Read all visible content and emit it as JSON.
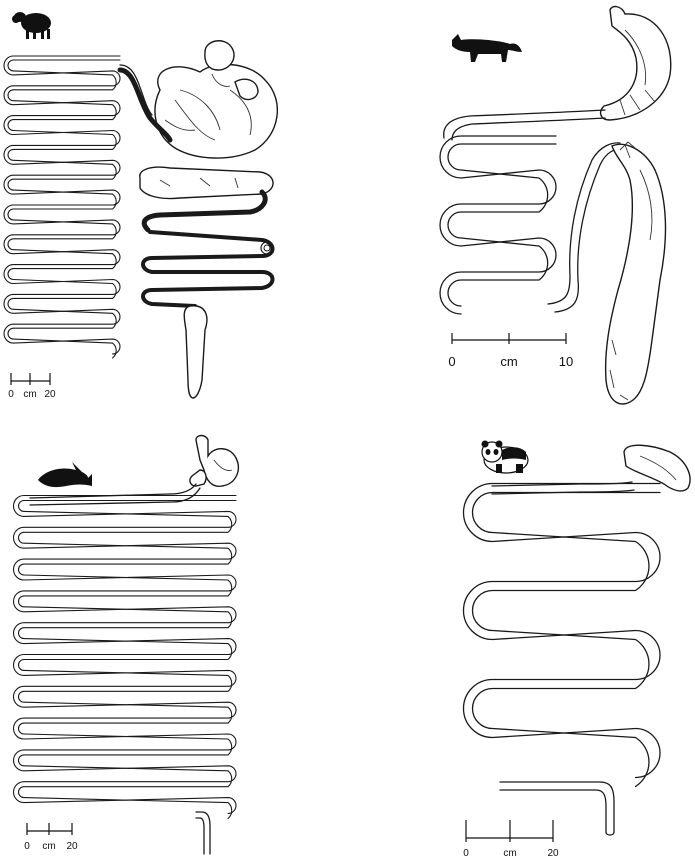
{
  "panels": [
    {
      "id": "sheep",
      "animal_icon": "sheep-icon",
      "scale": {
        "start": "0",
        "unit": "cm",
        "end": "20"
      }
    },
    {
      "id": "cat",
      "animal_icon": "cat-icon",
      "scale": {
        "start": "0",
        "unit": "cm",
        "end": "10"
      }
    },
    {
      "id": "dolphin",
      "animal_icon": "dolphin-icon",
      "scale": {
        "start": "0",
        "unit": "cm",
        "end": "20"
      }
    },
    {
      "id": "panda",
      "animal_icon": "panda-icon",
      "scale": {
        "start": "0",
        "unit": "cm",
        "end": "20"
      }
    }
  ]
}
